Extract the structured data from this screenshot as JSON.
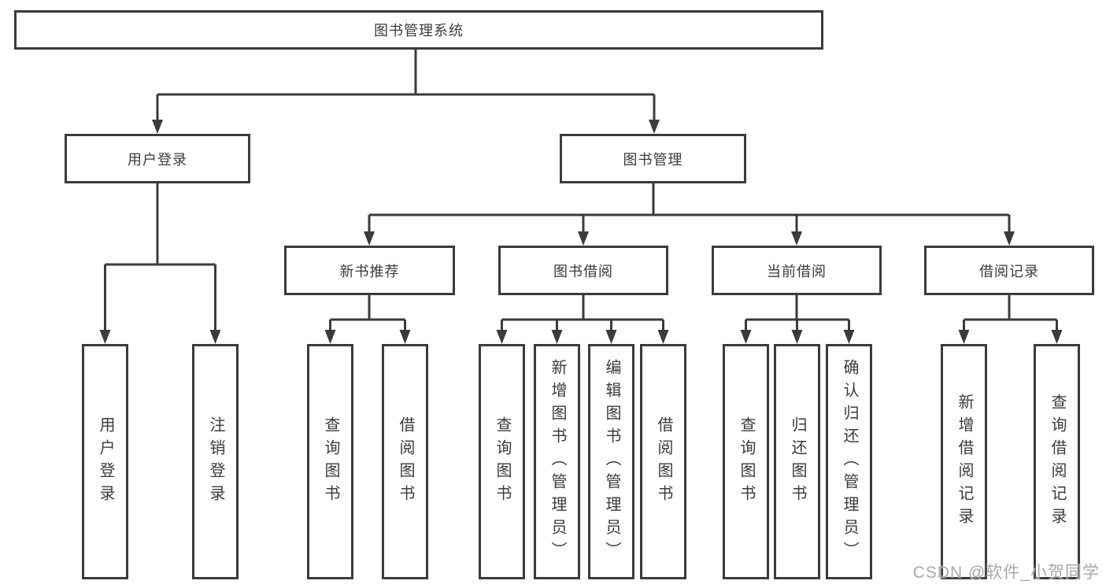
{
  "diagram": {
    "root": "图书管理系统",
    "branches": [
      {
        "label": "用户登录",
        "leaves": [
          "用户登录",
          "注销登录"
        ]
      },
      {
        "label": "图书管理",
        "groups": [
          {
            "label": "新书推荐",
            "leaves": [
              "查询图书",
              "借阅图书"
            ]
          },
          {
            "label": "图书借阅",
            "leaves": [
              "查询图书",
              "新增图书（管理员）",
              "编辑图书（管理员）",
              "借阅图书"
            ]
          },
          {
            "label": "当前借阅",
            "leaves": [
              "查询图书",
              "归还图书",
              "确认归还（管理员）"
            ]
          },
          {
            "label": "借阅记录",
            "leaves": [
              "新增借阅记录",
              "查询借阅记录"
            ]
          }
        ]
      }
    ]
  },
  "watermark": {
    "text": "CSDN @软件_小贺同学"
  },
  "colors": {
    "line": "#3b3b3b",
    "text": "#3b3b3b",
    "background": "#ffffff",
    "watermark": "#9e9e9e"
  }
}
